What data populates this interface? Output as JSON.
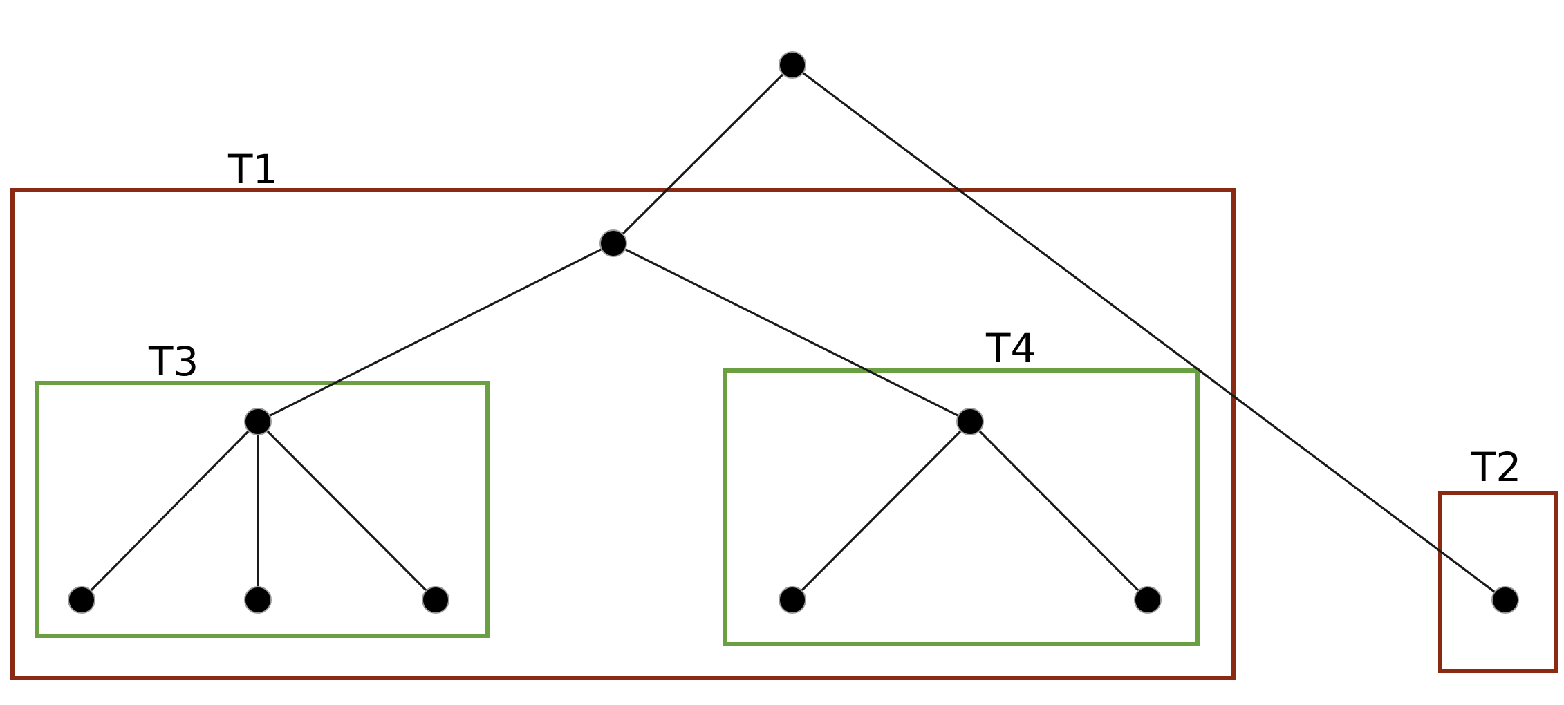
{
  "diagram": {
    "colors": {
      "outer_box": "#8B2A12",
      "inner_box": "#6BA042",
      "node": "#000000",
      "edge": "#1a1a1a"
    },
    "boxes": {
      "t1": {
        "label": "T1"
      },
      "t2": {
        "label": "T2"
      },
      "t3": {
        "label": "T3"
      },
      "t4": {
        "label": "T4"
      }
    },
    "nodes": [
      "root",
      "t1-root",
      "t3-root",
      "t3-leaf-1",
      "t3-leaf-2",
      "t3-leaf-3",
      "t4-root",
      "t4-leaf-1",
      "t4-leaf-2",
      "t2-leaf"
    ],
    "edges": [
      [
        "root",
        "t1-root"
      ],
      [
        "root",
        "t2-leaf"
      ],
      [
        "t1-root",
        "t3-root"
      ],
      [
        "t1-root",
        "t4-root"
      ],
      [
        "t3-root",
        "t3-leaf-1"
      ],
      [
        "t3-root",
        "t3-leaf-2"
      ],
      [
        "t3-root",
        "t3-leaf-3"
      ],
      [
        "t4-root",
        "t4-leaf-1"
      ],
      [
        "t4-root",
        "t4-leaf-2"
      ]
    ]
  }
}
